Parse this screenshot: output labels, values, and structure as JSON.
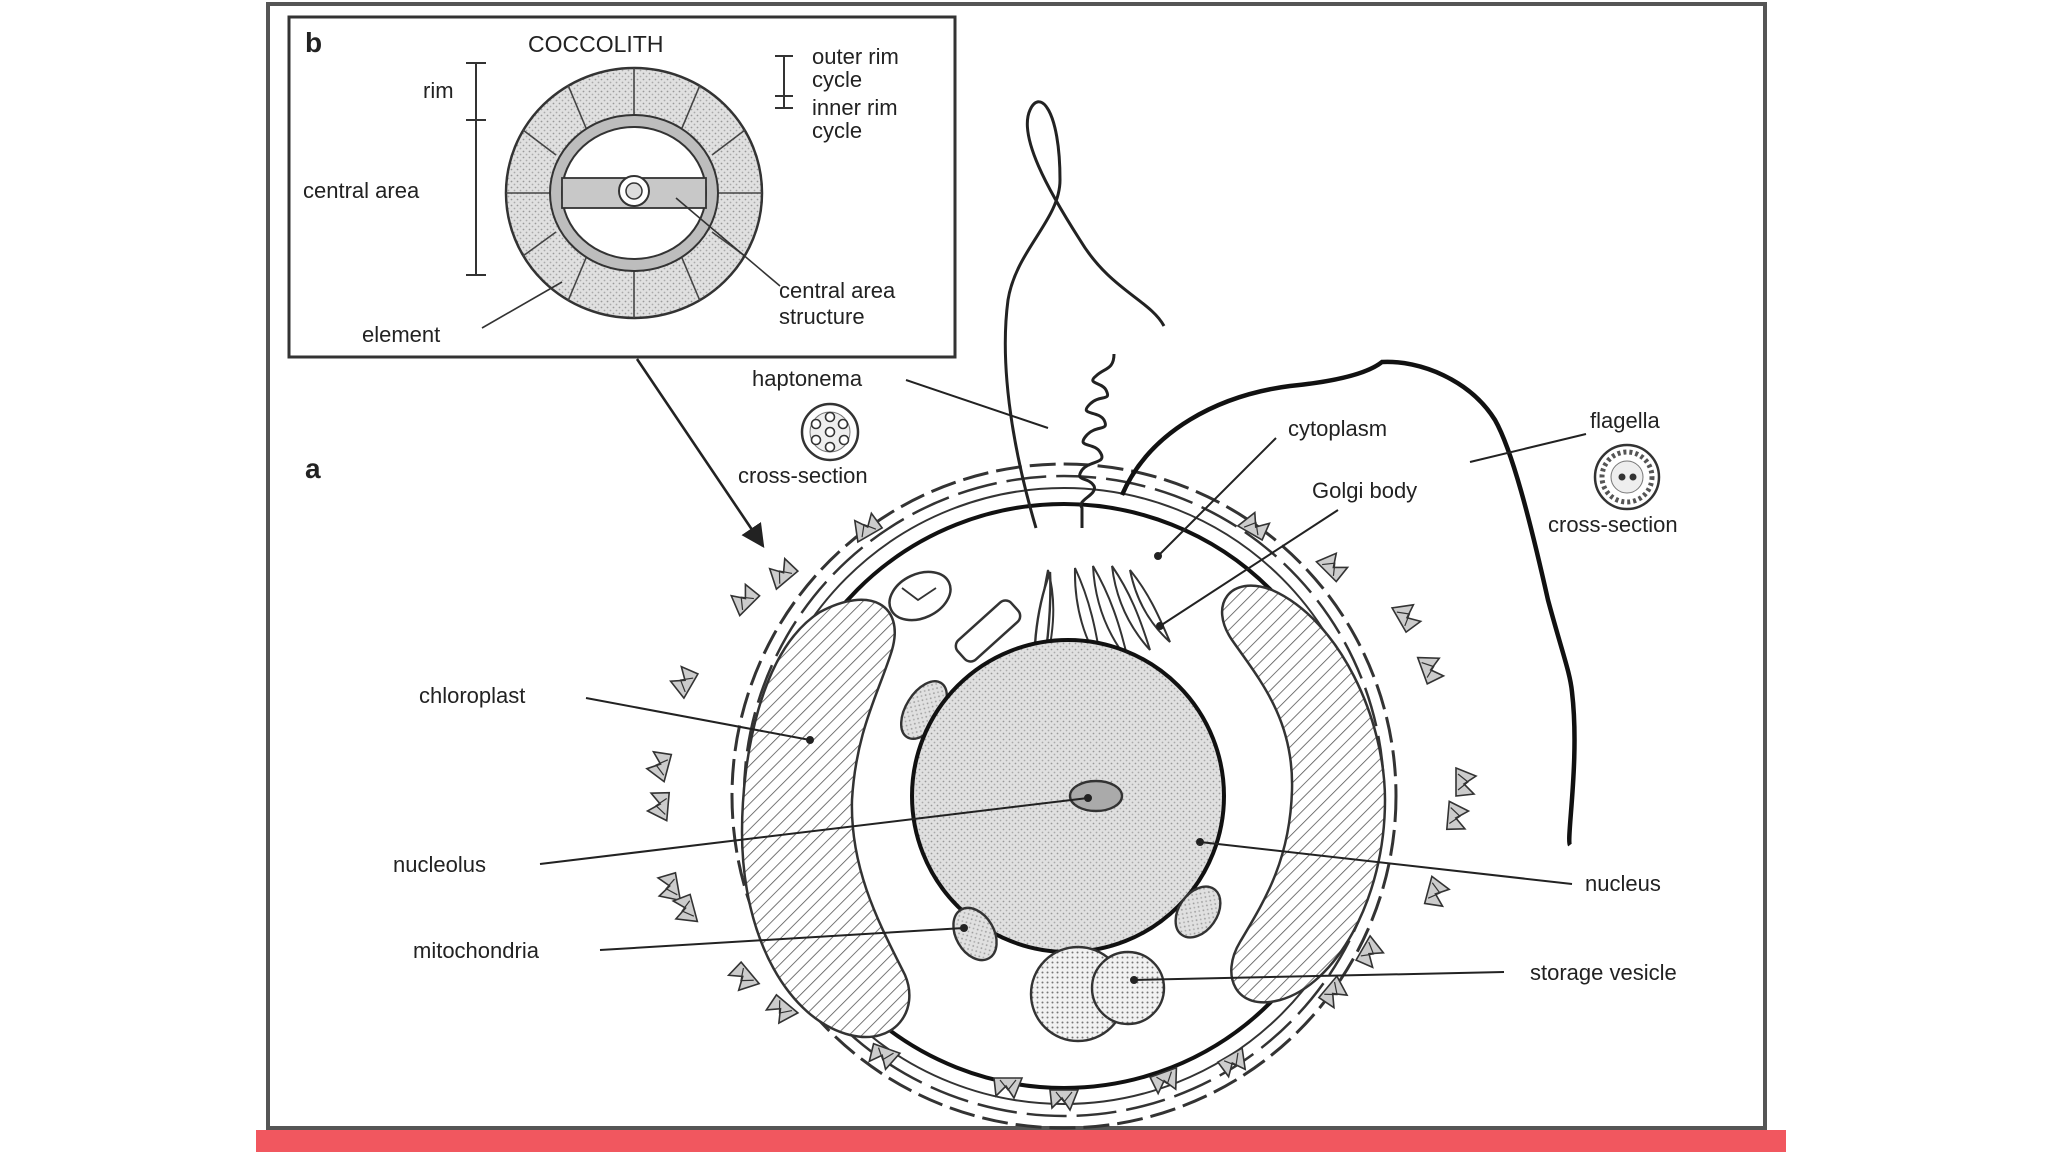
{
  "colors": {
    "background": "#ffffff",
    "frame": "#555555",
    "ink": "#222222",
    "stipple_fill": "#d6d6d6",
    "accent_bar": "#f1575f"
  },
  "panel_b": {
    "letter": "b",
    "title": "COCCOLITH",
    "labels": {
      "rim": "rim",
      "central_area": "central area",
      "element": "element",
      "outer_rim_line1": "outer rim",
      "outer_rim_line2": "cycle",
      "inner_rim_line1": "inner rim",
      "inner_rim_line2": "cycle",
      "central_structure_line1": "central area",
      "central_structure_line2": "structure"
    }
  },
  "panel_a": {
    "letter": "a",
    "labels": {
      "haptonema": "haptonema",
      "haptonema_cross_section": "cross-section",
      "cytoplasm": "cytoplasm",
      "flagella": "flagella",
      "golgi_body": "Golgi body",
      "flagella_cross_section": "cross-section",
      "chloroplast": "chloroplast",
      "nucleolus": "nucleolus",
      "nucleus": "nucleus",
      "mitochondria": "mitochondria",
      "storage_vesicle": "storage vesicle"
    }
  },
  "icons": [
    "arrow-icon",
    "coccolith-icon"
  ]
}
